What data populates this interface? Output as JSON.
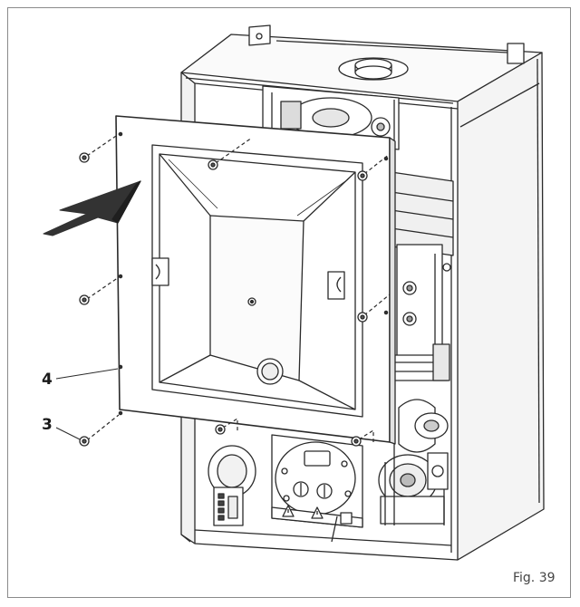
{
  "figure": {
    "caption": "Fig. 39",
    "callouts": [
      {
        "label": "4",
        "refers_to": "front-panel"
      },
      {
        "label": "3",
        "refers_to": "panel-screw"
      }
    ]
  },
  "colors": {
    "line": "#2a2a2a",
    "panel_fill": "#ffffff",
    "arrow_fill": "#333333",
    "frame_border": "#8a8a8a"
  }
}
